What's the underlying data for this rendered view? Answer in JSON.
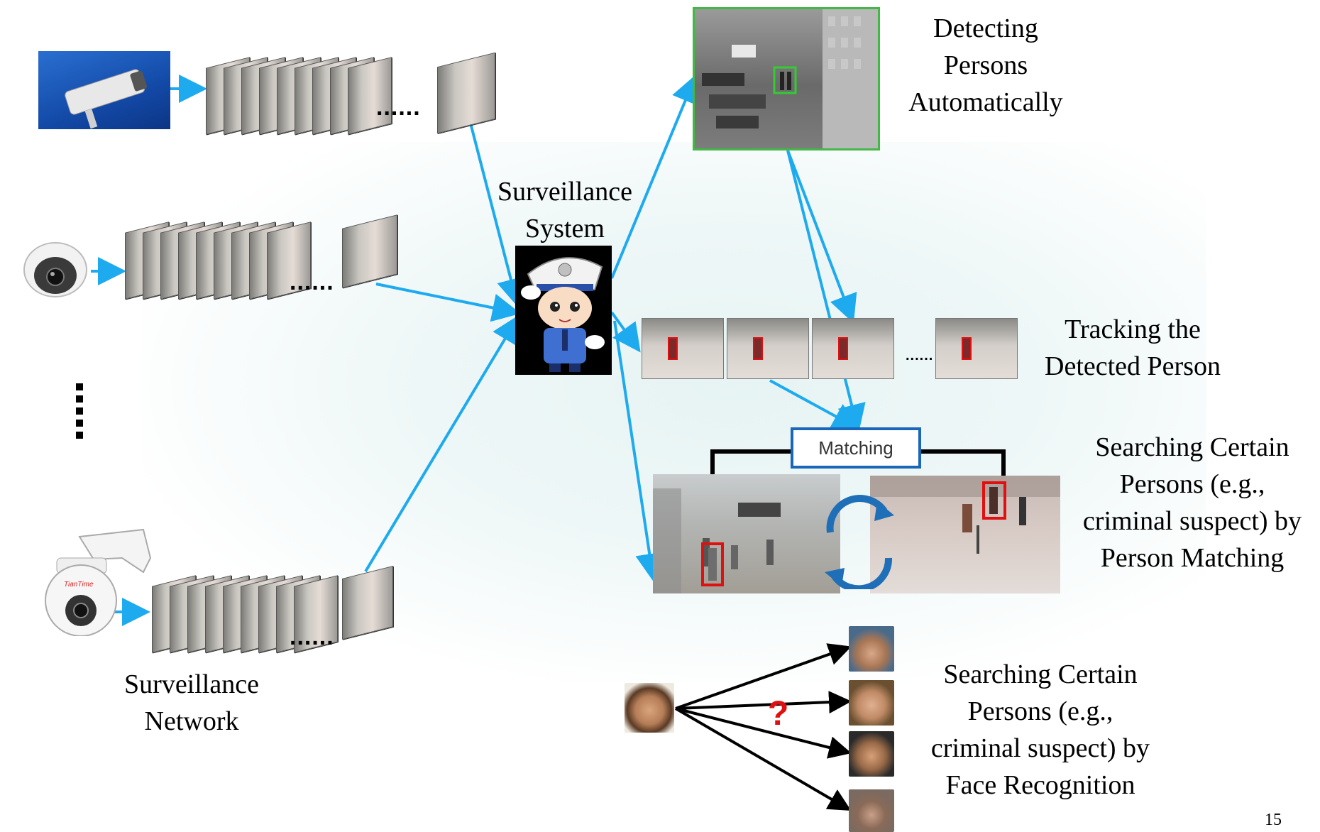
{
  "labels": {
    "surveillance_system_line1": "Surveillance",
    "surveillance_system_line2": "System",
    "surveillance_network_line1": "Surveillance",
    "surveillance_network_line2": "Network",
    "detecting_line1": "Detecting",
    "detecting_line2": "Persons",
    "detecting_line3": "Automatically",
    "tracking_line1": "Tracking the",
    "tracking_line2": "Detected Person",
    "matching_search_line1": "Searching Certain",
    "matching_search_line2": "Persons (e.g.,",
    "matching_search_line3": "criminal suspect) by",
    "matching_search_line4": "Person Matching",
    "face_search_line1": "Searching Certain",
    "face_search_line2": "Persons (e.g.,",
    "face_search_line3": "criminal suspect) by",
    "face_search_line4": "Face Recognition",
    "matching_box": "Matching",
    "ellipsis": "......",
    "question_mark": "?",
    "page_number": "15"
  },
  "colors": {
    "arrow_blue": "#1eaaee",
    "box_blue": "#1a66b8",
    "detection_border": "#44b844",
    "highlight_red": "#e01010"
  },
  "icons": [
    "bullet-camera-icon",
    "dome-camera-icon",
    "ptz-camera-icon",
    "police-cartoon-icon",
    "cycle-arrows-icon"
  ]
}
